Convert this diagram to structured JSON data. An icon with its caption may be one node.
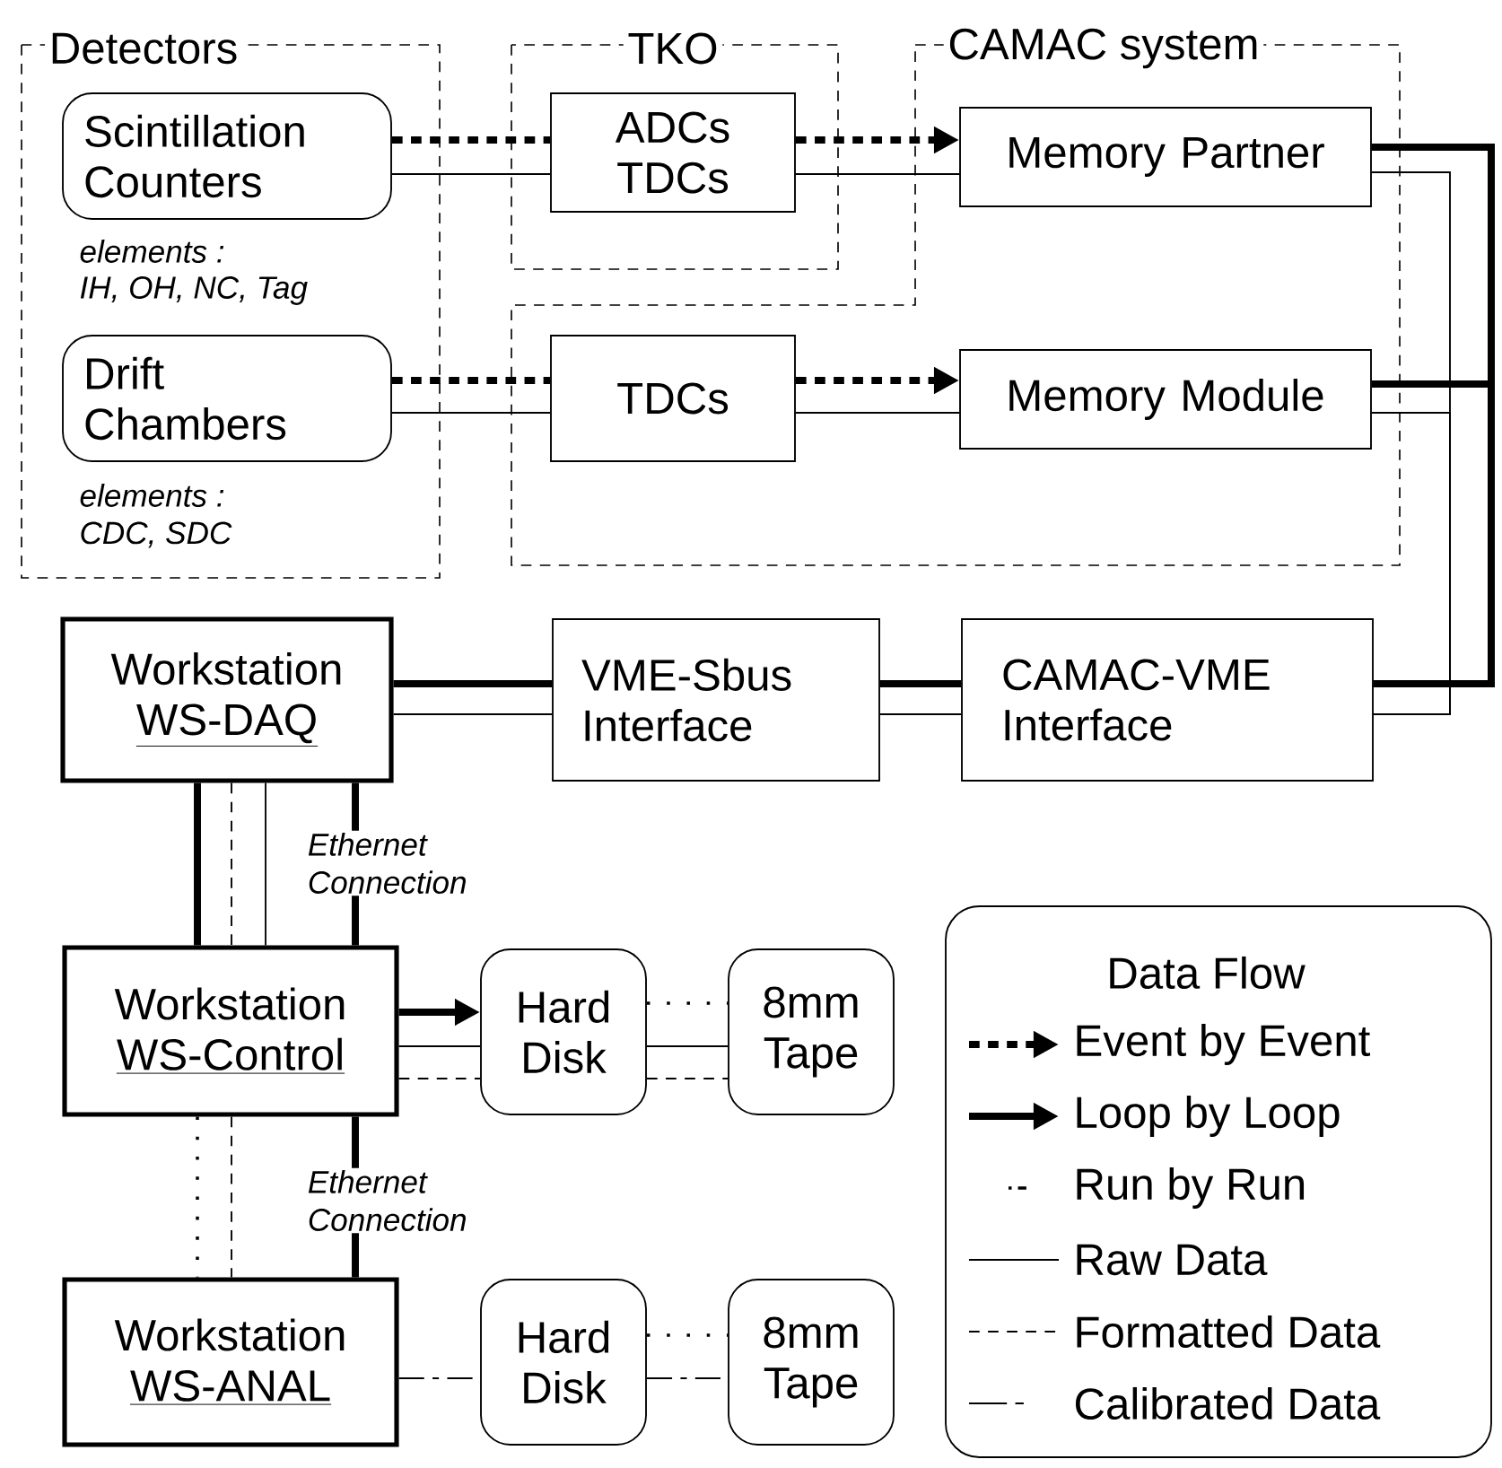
{
  "diagram": {
    "nodes": [
      {
        "text": [
          "Detectors"
        ]
      },
      {
        "text": [
          "Scintillation Counters"
        ],
        "in": 0
      },
      {
        "text": [
          "Drift Chambers"
        ],
        "in": 0
      },
      {
        "text": [
          "TKO"
        ]
      },
      {
        "text": [
          "ADCs TDCs"
        ],
        "in": 3
      },
      {
        "text": [
          "CAMAC system"
        ]
      },
      {
        "text": [
          "Memory Partner"
        ],
        "in": 5
      },
      {
        "text": [
          "TDCs"
        ],
        "in": 5
      },
      {
        "text": [
          "Memory Module"
        ],
        "in": 5
      },
      {
        "text": [
          "Workstation",
          "WS-DAQ"
        ]
      },
      {
        "text": [
          "VME-Sbus Interface"
        ]
      },
      {
        "text": [
          "CAMAC-VME Interface"
        ]
      },
      {
        "text": [
          "Workstation",
          "WS-Control"
        ]
      },
      {
        "text": [
          "Hard Disk"
        ]
      },
      {
        "text": [
          "8mm Tape"
        ]
      },
      {
        "text": [
          "Workstation",
          "WS-ANAL"
        ]
      },
      {
        "text": [
          "Hard Disk"
        ]
      },
      {
        "text": [
          "8mm Tape"
        ]
      }
    ],
    "edges": [
      {
        "from": 1,
        "to": 4,
        "arrow": "none",
        "style": "dashed"
      },
      {
        "from": 4,
        "to": 6,
        "arrow": "to",
        "style": "dashed"
      },
      {
        "from": 1,
        "to": 4,
        "arrow": "none"
      },
      {
        "from": 4,
        "to": 6,
        "arrow": "none"
      },
      {
        "from": 2,
        "to": 7,
        "arrow": "none",
        "style": "dashed"
      },
      {
        "from": 7,
        "to": 8,
        "arrow": "to",
        "style": "dashed"
      },
      {
        "from": 2,
        "to": 7,
        "arrow": "none"
      },
      {
        "from": 7,
        "to": 8,
        "arrow": "none"
      },
      {
        "from": 6,
        "to": 11,
        "arrow": "none",
        "style": "thick"
      },
      {
        "from": 8,
        "to": 11,
        "arrow": "none",
        "style": "thick"
      },
      {
        "from": 6,
        "to": 11,
        "arrow": "none"
      },
      {
        "from": 8,
        "to": 11,
        "arrow": "none"
      },
      {
        "from": 11,
        "to": 10,
        "arrow": "none",
        "style": "thick"
      },
      {
        "from": 11,
        "to": 10,
        "arrow": "none"
      },
      {
        "from": 10,
        "to": 9,
        "arrow": "none",
        "style": "thick"
      },
      {
        "from": 10,
        "to": 9,
        "arrow": "none"
      },
      {
        "from": 9,
        "to": 12,
        "arrow": "none",
        "style": "thick"
      },
      {
        "from": 9,
        "to": 12,
        "arrow": "none",
        "style": "dashed"
      },
      {
        "from": 9,
        "to": 12,
        "arrow": "none"
      },
      {
        "from": 9,
        "to": 12,
        "arrow": "none",
        "style": "thick",
        "label": "Ethernet Connection"
      },
      {
        "from": 12,
        "to": 13,
        "arrow": "to",
        "style": "thick"
      },
      {
        "from": 12,
        "to": 13,
        "arrow": "none"
      },
      {
        "from": 12,
        "to": 13,
        "arrow": "none",
        "style": "dashed"
      },
      {
        "from": 13,
        "to": 14,
        "arrow": "none",
        "style": "dashed"
      },
      {
        "from": 13,
        "to": 14,
        "arrow": "none"
      },
      {
        "from": 13,
        "to": 14,
        "arrow": "none",
        "style": "dashed"
      },
      {
        "from": 12,
        "to": 15,
        "arrow": "none",
        "style": "dashed"
      },
      {
        "from": 12,
        "to": 15,
        "arrow": "none",
        "style": "dashed"
      },
      {
        "from": 12,
        "to": 15,
        "arrow": "none",
        "style": "thick",
        "label": "Ethernet Connection"
      },
      {
        "from": 15,
        "to": 16,
        "arrow": "none",
        "style": "dashed"
      },
      {
        "from": 16,
        "to": 17,
        "arrow": "none",
        "style": "dashed"
      },
      {
        "from": 16,
        "to": 17,
        "arrow": "none",
        "style": "dashed"
      }
    ],
    "labels": [
      "elements :",
      "IH, OH, NC, Tag",
      "elements :",
      "CDC, SDC",
      "Data Flow"
    ],
    "legend": [
      {
        "text": "Event by Event"
      },
      {
        "text": "Loop by Loop"
      },
      {
        "text": "Run by Run"
      },
      {
        "text": "Raw Data"
      },
      {
        "text": "Formatted Data"
      },
      {
        "text": "Calibrated Data"
      }
    ]
  }
}
